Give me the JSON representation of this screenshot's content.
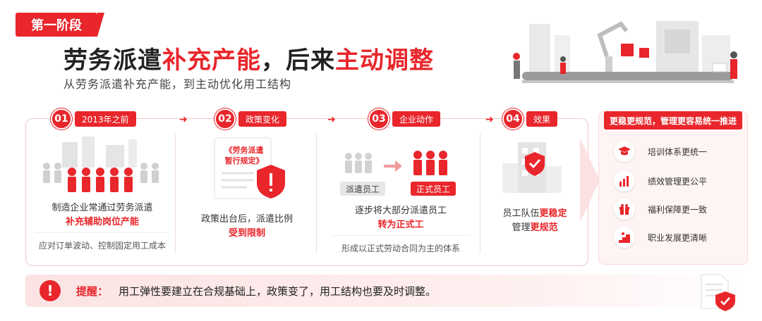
{
  "stage_label": "第一阶段",
  "headline": {
    "part1": "劳务派遣",
    "part2": "补充产能",
    "part3": "，后来",
    "part4": "主动调整"
  },
  "subtitle": "从劳务派遣补充产能，到主动优化用工结构",
  "steps": [
    {
      "num": "01",
      "tag": "2013年之前",
      "line1": "制造企业常通过劳务派遣",
      "line2_red": "补充辅助岗位产能",
      "note": "应对订单波动、控制固定用工成本"
    },
    {
      "num": "02",
      "tag": "政策变化",
      "doc_title_1": "《劳务派遣",
      "doc_title_2": "暂行规定》",
      "line1": "政策出台后，派遣比例",
      "line2_red": "受到限制"
    },
    {
      "num": "03",
      "tag": "企业动作",
      "pill_from": "派遣员工",
      "pill_to": "正式员工",
      "line1": "逐步将大部分派遣员工",
      "line2_red": "转为正式工",
      "note": "形成以正式劳动合同为主的体系"
    },
    {
      "num": "04",
      "tag": "效果",
      "line1_a": "员工队伍",
      "line1_b": "更稳定",
      "line2_a": "管理",
      "line2_b": "更规范"
    }
  ],
  "panel": {
    "title": "更稳更规范，管理更容易统一推进",
    "items": [
      {
        "label": "培训体系更统一",
        "icon": "graduation-cap-icon"
      },
      {
        "label": "绩效管理更公平",
        "icon": "bar-chart-icon"
      },
      {
        "label": "福利保障更一致",
        "icon": "gift-icon"
      },
      {
        "label": "职业发展更清晰",
        "icon": "career-stairs-icon"
      }
    ]
  },
  "reminder": {
    "label": "提醒：",
    "text": "用工弹性要建立在合规基础上，政策变了，用工结构也要及时调整。"
  },
  "colors": {
    "accent": "#e8262b",
    "light_bg": "#fff4f4"
  }
}
